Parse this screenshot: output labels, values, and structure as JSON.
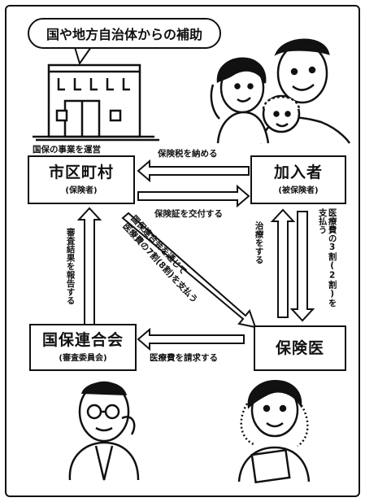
{
  "bubble": {
    "text": "国や地方自治体からの補助"
  },
  "municipality": {
    "caption": "国保の事業を運営",
    "title": "市区町村",
    "subtitle": "(保険者)"
  },
  "insured": {
    "title": "加入者",
    "subtitle": "(被保険者)"
  },
  "federation": {
    "title": "国保連合会",
    "subtitle": "(審査委員会)"
  },
  "doctor": {
    "title": "保険医"
  },
  "flows": {
    "pay_tax": "保険税を納める",
    "issue_card": "保険証を交付する",
    "report_results": "審査結果を報告する",
    "copay_line1": "医療費の3割(2割)を",
    "copay_line2": "支払う",
    "treatment": "治療をする",
    "via_fed_line1": "国保連合会を通じて",
    "via_fed_line2": "医療費の7割(8割)を支払う",
    "claim_costs": "医療費を請求する"
  }
}
